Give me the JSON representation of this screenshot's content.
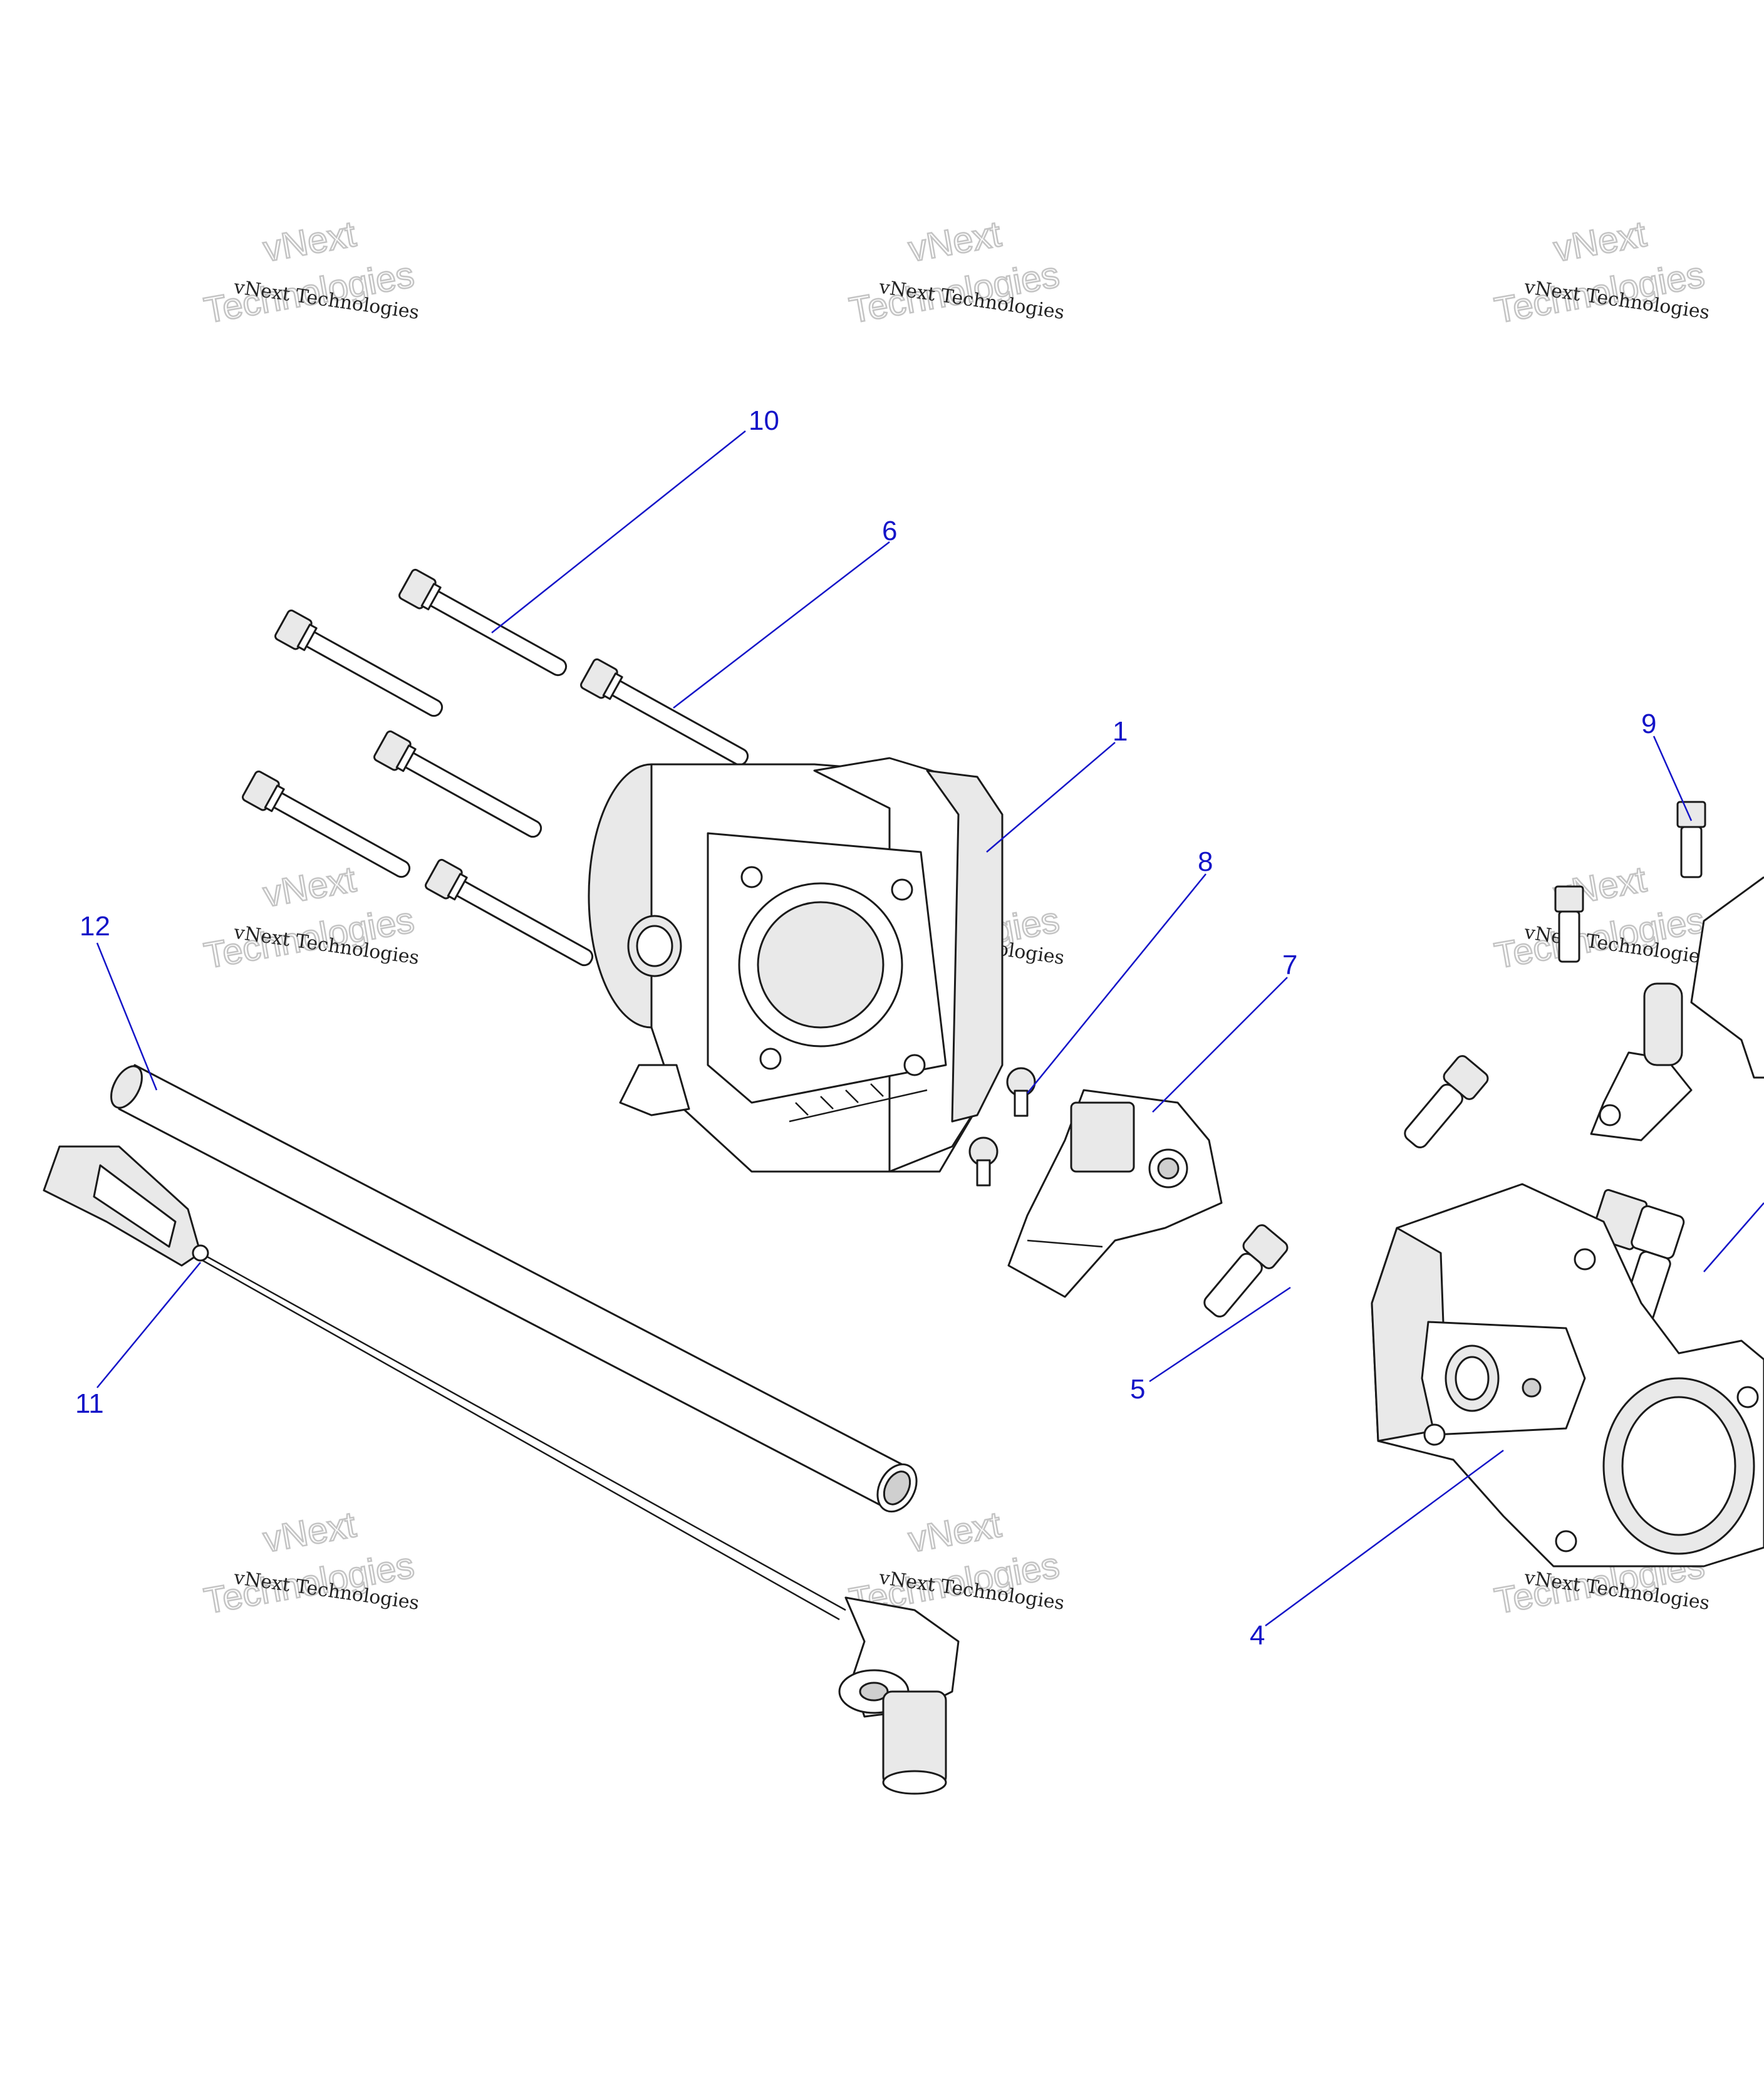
{
  "colors": {
    "callout": "#1414c8",
    "line": "#1a1a1a",
    "watermark_text": "#222222",
    "watermark_outline": "#c4c4c4"
  },
  "watermark": {
    "line1": "vNext Technologies",
    "big_top": "vNext",
    "big_bottom": "Technologies"
  },
  "callouts": [
    {
      "label": "10"
    },
    {
      "label": "6"
    },
    {
      "label": "1"
    },
    {
      "label": "9"
    },
    {
      "label": "8"
    },
    {
      "label": "7"
    },
    {
      "label": "12"
    },
    {
      "label": "11"
    },
    {
      "label": "5"
    },
    {
      "label": "4"
    }
  ]
}
